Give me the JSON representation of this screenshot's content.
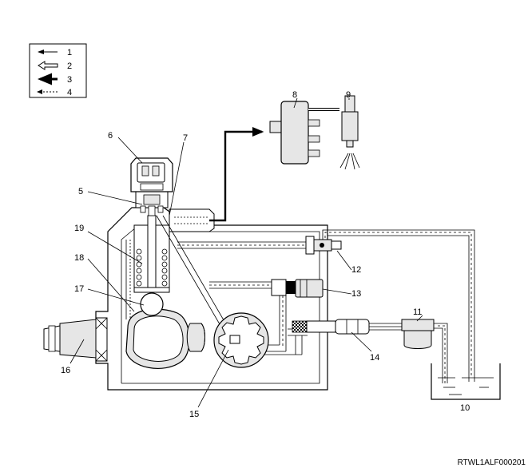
{
  "legend": {
    "items": [
      {
        "label": "1",
        "arrow": "thin-solid-arrow-icon"
      },
      {
        "label": "2",
        "arrow": "hollow-arrow-icon"
      },
      {
        "label": "3",
        "arrow": "bold-arrow-icon"
      },
      {
        "label": "4",
        "arrow": "dashed-arrow-icon"
      }
    ]
  },
  "callouts": [
    "1",
    "2",
    "3",
    "4",
    "5",
    "6",
    "7",
    "8",
    "9",
    "10",
    "11",
    "12",
    "13",
    "14",
    "15",
    "16",
    "17",
    "18",
    "19"
  ],
  "reference_code": "RTWL1ALF000201",
  "colors": {
    "line": "#000000",
    "fill_light": "#e6e6e6",
    "fill_mid": "#cccccc",
    "background": "#ffffff"
  }
}
